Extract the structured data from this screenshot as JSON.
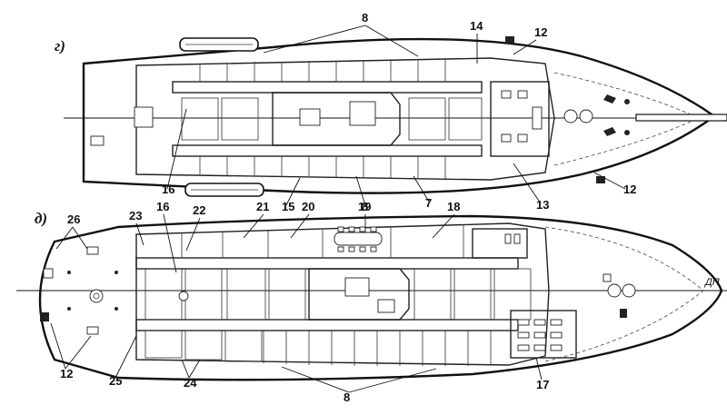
{
  "panels": {
    "top": {
      "label": "г)"
    },
    "bottom": {
      "label": "д)",
      "centerline_label": "ДП"
    }
  },
  "callouts": {
    "top": [
      "8",
      "14",
      "12",
      "12",
      "13",
      "7",
      "8",
      "15",
      "16"
    ],
    "bottom": [
      "26",
      "23",
      "16",
      "22",
      "21",
      "20",
      "19",
      "18",
      "12",
      "25",
      "24",
      "17",
      "8"
    ]
  }
}
